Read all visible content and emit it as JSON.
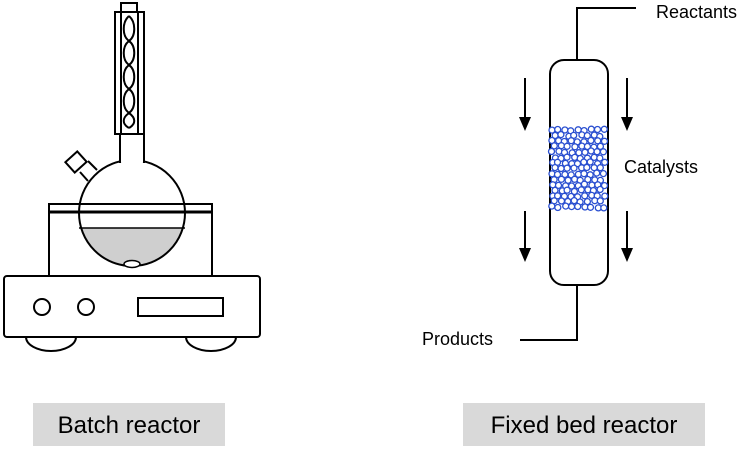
{
  "batch": {
    "caption": "Batch reactor"
  },
  "fixed_bed": {
    "caption": "Fixed bed reactor",
    "labels": {
      "reactants": "Reactants",
      "catalysts": "Catalysts",
      "products": "Products"
    }
  },
  "colors": {
    "caption_box": "#d9d9d9",
    "catalyst": "#2a4fd0",
    "liquid": "#cfcfcf",
    "stroke": "#000000"
  }
}
